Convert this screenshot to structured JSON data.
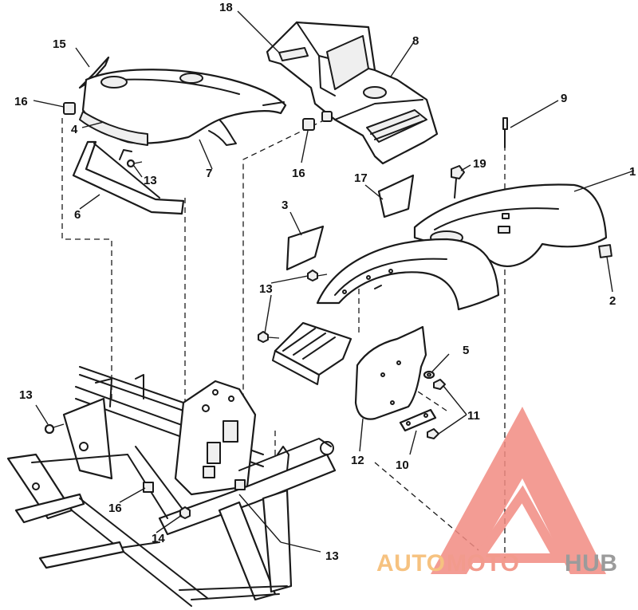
{
  "callouts": [
    {
      "id": "c1",
      "text": "1"
    },
    {
      "id": "c2",
      "text": "2"
    },
    {
      "id": "c3",
      "text": "3"
    },
    {
      "id": "c4",
      "text": "4"
    },
    {
      "id": "c5",
      "text": "5"
    },
    {
      "id": "c6",
      "text": "6"
    },
    {
      "id": "c7",
      "text": "7"
    },
    {
      "id": "c8",
      "text": "8"
    },
    {
      "id": "c9",
      "text": "9"
    },
    {
      "id": "c10",
      "text": "10"
    },
    {
      "id": "c11",
      "text": "11"
    },
    {
      "id": "c12",
      "text": "12"
    },
    {
      "id": "c13a",
      "text": "13"
    },
    {
      "id": "c13b",
      "text": "13"
    },
    {
      "id": "c13c",
      "text": "13"
    },
    {
      "id": "c13d",
      "text": "13"
    },
    {
      "id": "c14",
      "text": "14"
    },
    {
      "id": "c15",
      "text": "15"
    },
    {
      "id": "c16a",
      "text": "16"
    },
    {
      "id": "c16b",
      "text": "16"
    },
    {
      "id": "c16c",
      "text": "16"
    },
    {
      "id": "c17",
      "text": "17"
    },
    {
      "id": "c18",
      "text": "18"
    },
    {
      "id": "c19",
      "text": "19"
    }
  ],
  "watermark": {
    "part1": "AUTO",
    "part2": "MOTO",
    "part3": "HUB",
    "color_part1": "#f5b86a",
    "color_part2": "#f08a7a",
    "color_part3": "#8a8a8a",
    "triangle_color": "#f28b82"
  }
}
